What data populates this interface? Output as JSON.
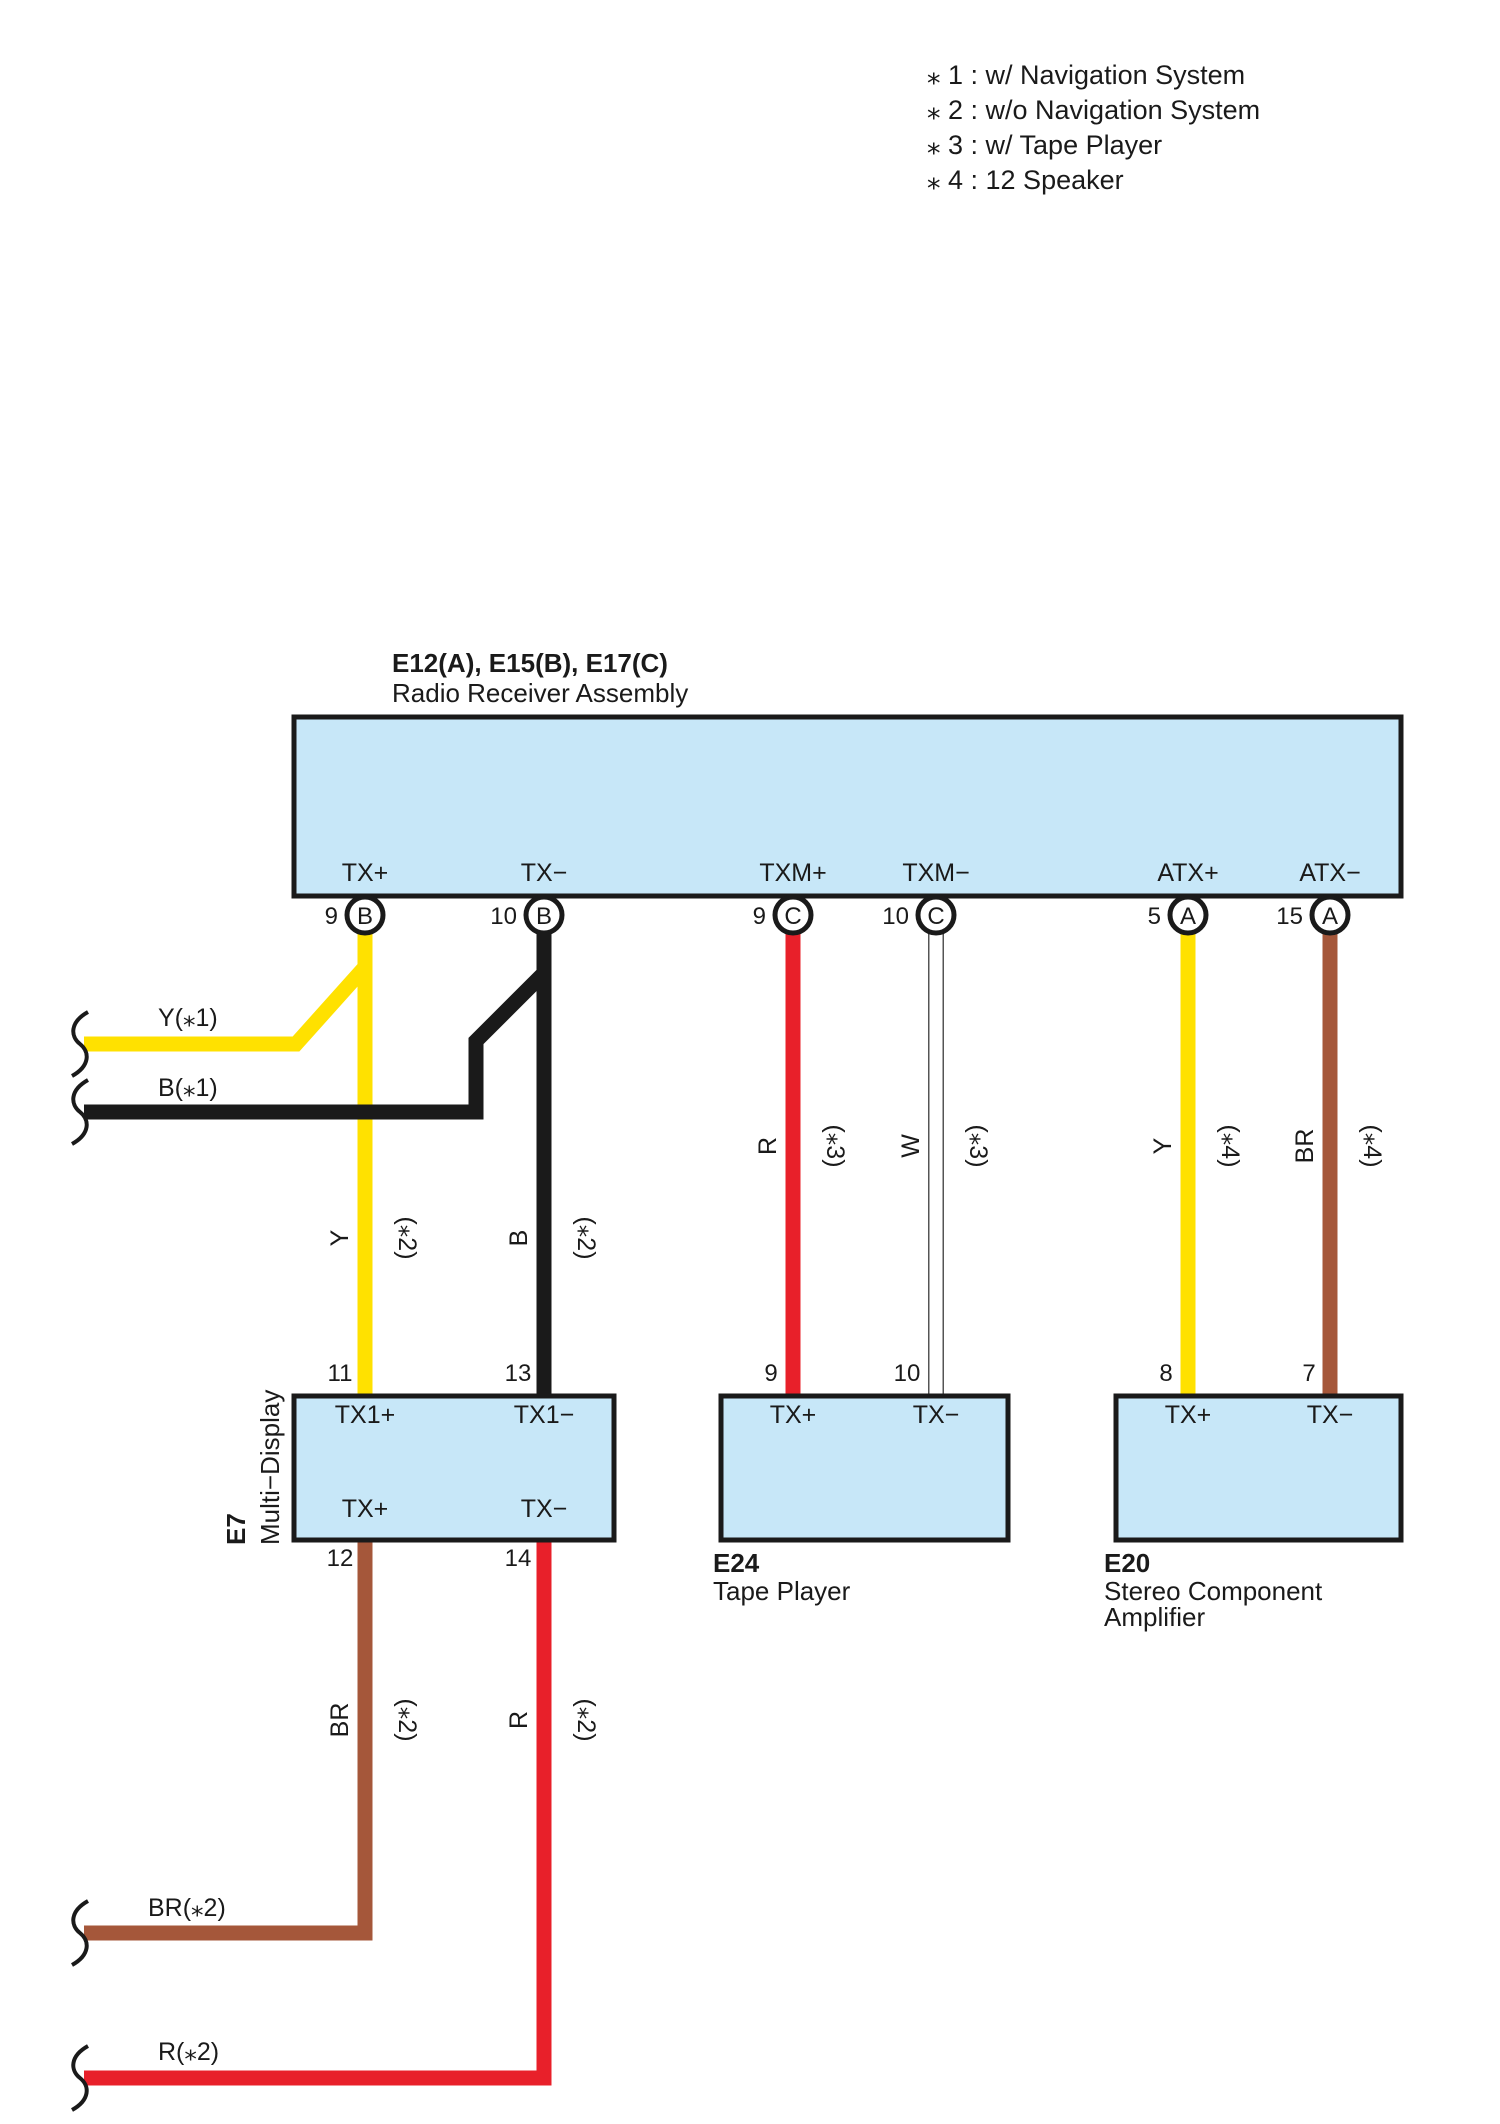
{
  "notes": [
    "⁎ 1 : w/ Navigation System",
    "⁎ 2 : w/o Navigation System",
    "⁎ 3 : w/ Tape Player",
    "⁎ 4 : 12 Speaker"
  ],
  "colors": {
    "box_fill": "#c7e7f8",
    "yellow": "#ffe100",
    "black": "#1a1a1a",
    "red": "#e8202a",
    "brown": "#a5573a",
    "white_wire": "#ffffff"
  },
  "radio": {
    "code": "E12(A), E15(B), E17(C)",
    "name": "Radio Receiver Assembly",
    "terminals": [
      {
        "label": "TX+",
        "pin": "9",
        "conn": "B"
      },
      {
        "label": "TX−",
        "pin": "10",
        "conn": "B"
      },
      {
        "label": "TXM+",
        "pin": "9",
        "conn": "C"
      },
      {
        "label": "TXM−",
        "pin": "10",
        "conn": "C"
      },
      {
        "label": "ATX+",
        "pin": "5",
        "conn": "A"
      },
      {
        "label": "ATX−",
        "pin": "15",
        "conn": "A"
      }
    ]
  },
  "multi_display": {
    "code": "E7",
    "name": "Multi−Display",
    "top_labels": [
      "TX1+",
      "TX1−"
    ],
    "top_pins": [
      "11",
      "13"
    ],
    "bottom_labels": [
      "TX+",
      "TX−"
    ],
    "bottom_pins": [
      "12",
      "14"
    ]
  },
  "tape_player": {
    "code": "E24",
    "name": "Tape Player",
    "labels": [
      "TX+",
      "TX−"
    ],
    "pins": [
      "9",
      "10"
    ]
  },
  "amplifier": {
    "code": "E20",
    "name_line1": "Stereo Component",
    "name_line2": "Amplifier",
    "labels": [
      "TX+",
      "TX−"
    ],
    "pins": [
      "8",
      "7"
    ]
  },
  "wires": {
    "y_nav": "Y(⁎1)",
    "b_nav": "B(⁎1)",
    "y_vert": "Y",
    "y_vert_note": "(⁎2)",
    "b_vert": "B",
    "b_vert_note": "(⁎2)",
    "r_tape": "R",
    "r_tape_note": "(⁎3)",
    "w_tape": "W",
    "w_tape_note": "(⁎3)",
    "y_amp": "Y",
    "y_amp_note": "(⁎4)",
    "br_amp": "BR",
    "br_amp_note": "(⁎4)",
    "br_lower": "BR",
    "br_lower_note": "(⁎2)",
    "r_lower": "R",
    "r_lower_note": "(⁎2)",
    "br_end": "BR(⁎2)",
    "r_end": "R(⁎2)"
  }
}
